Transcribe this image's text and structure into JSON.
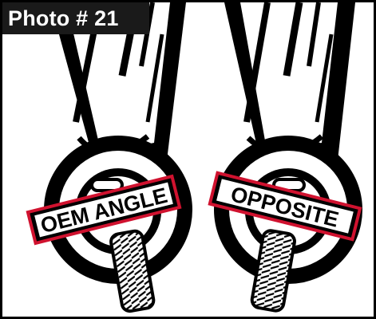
{
  "photo_label": "Photo # 21",
  "left_item": {
    "label": "OEM ANGLE"
  },
  "right_item": {
    "label": "OPPOSITE"
  },
  "colors": {
    "ink": "#000000",
    "label_bg": "#1a1a1a",
    "label_text": "#ffffff",
    "tag_border": "#d0122f",
    "tag_fill": "#ffffff"
  }
}
